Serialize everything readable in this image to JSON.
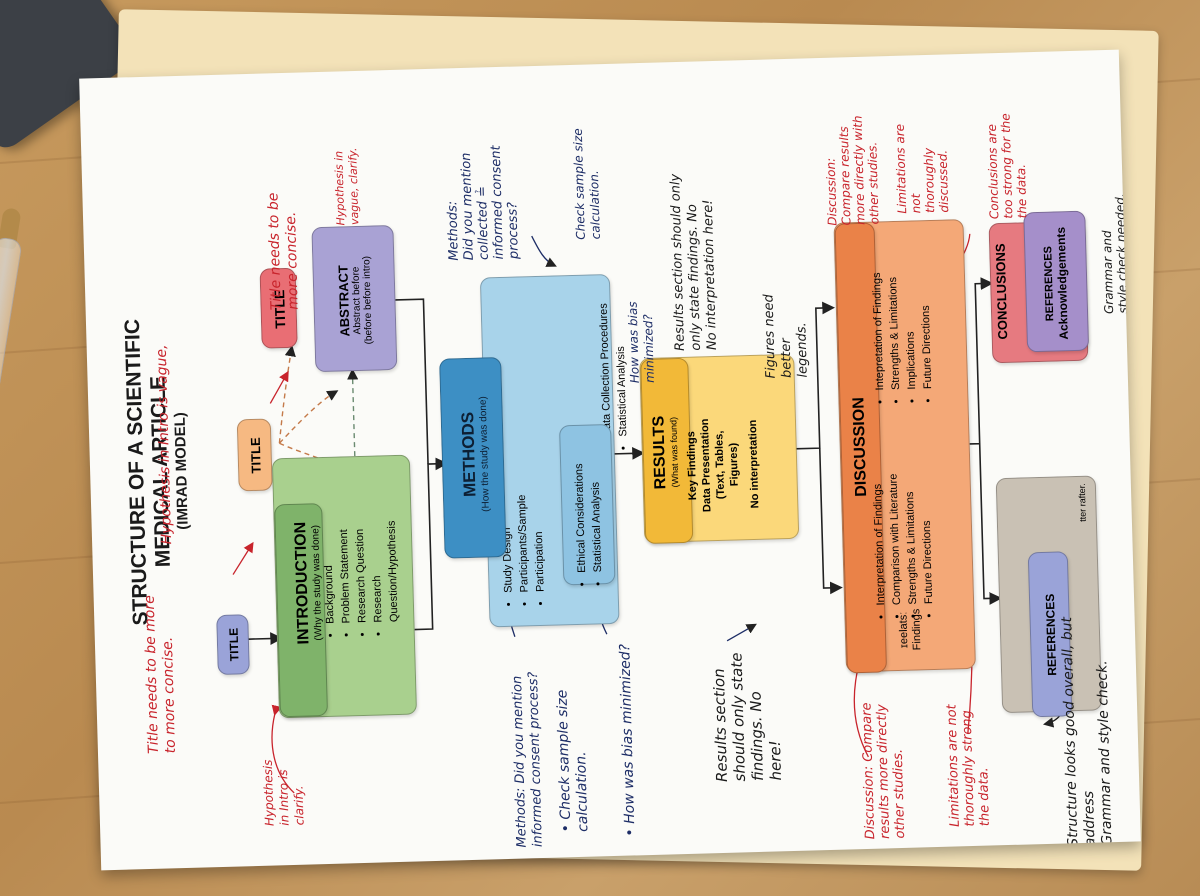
{
  "title": "STRUCTURE OF A SCIENTIFIC MEDICAL ARTICLE",
  "subtitle": "(IMRAD MODEL)",
  "boxes": {
    "title_small": "TITLE",
    "title_mid": "TITLE",
    "title_top": "TITLE",
    "abstract": {
      "label": "ABSTRACT",
      "line1": "Abstract before",
      "line2": "(before before intro)"
    },
    "introduction": {
      "label": "INTRODUCTION",
      "sub": "(Why the study was done)",
      "items": [
        "Background",
        "Problem Statement",
        "Research Question",
        "Research Question/Hypothesis"
      ]
    },
    "methods": {
      "label": "METHODS",
      "sub": "(How the study was done)",
      "items_a": [
        "Study Design",
        "Participants/Sample",
        "Participation"
      ],
      "items_b": [
        "Data Collection Procedures",
        "Statistical Analysis"
      ],
      "items_c": [
        "Ethical Considerations",
        "Statistical Analysis"
      ]
    },
    "results": {
      "label": "RESULTS",
      "sub": "(What was found)",
      "line1": "Key Findings",
      "line2": "Data Presentation",
      "line3": "(Text, Tables,",
      "line4": "Figures)",
      "line5": "No interpretation"
    },
    "discussion": {
      "label": "DISCUSSION",
      "items_a": [
        "Interpretation of Findings",
        "Comparison with Literature",
        "Strengths & Limitations",
        "Future Directions"
      ],
      "items_b": [
        "Intepretation of Findings",
        "Strengths & Limitations",
        "Implications",
        "Future Directions"
      ],
      "side_label1": "ɪeelatsː",
      "side_label2": "Findings"
    },
    "conclusions": {
      "label": "CONCLUSIONS",
      "references": "REFERENCES",
      "ack": "Acknowledgements"
    },
    "acknowledgements": {
      "label": "ACKNOWLEDGEMENTS",
      "references": "REFERENCES",
      "note": "tter rafter."
    }
  },
  "notes": {
    "title_concise_left": "Title needs to be more",
    "title_concise_left2": "to more concise.",
    "hyp_vague": "Hypothesis in Intro is vague,",
    "title_concise_top1": "Title needs to be",
    "title_concise_top2": "more concise.",
    "hyp_vague_top1": "Hypothesis in",
    "hyp_vague_top2": "vague, clarify.",
    "hyp_bottom1": "Hypothesis",
    "hyp_bottom2": "in Intro is",
    "hyp_bottom3": "clarify.",
    "methods_top1": "Methods:",
    "methods_top2": "Did you mention",
    "methods_top3": "collected ≟",
    "methods_top4": "informed consent",
    "methods_top5": "process?",
    "sample_top1": "Check sample size",
    "sample_top2": "calculation.",
    "bias_top1": "How was bias",
    "bias_top2": "minimized?",
    "results_top1": "Results section should only",
    "results_top2": "only state findings. No",
    "results_top3": "No interpretation here!",
    "figures1": "Figures need better",
    "figures2": "legends.",
    "methods_bottom1": "Methods: Did you mention",
    "methods_bottom2": "informed consent process?",
    "sample_bottom1": "• Check sample size",
    "sample_bottom2": "calculation.",
    "bias_bottom": "• How was bias minimized?",
    "results_bottom1": "Results  section",
    "results_bottom2": "should only state",
    "results_bottom3": "findings. No",
    "results_bottom4": "here!",
    "disc_top1": "Discussion:",
    "disc_top2": "Compare results",
    "disc_top3": "more directly with",
    "disc_top4": "other studies.",
    "limit_top1": "Limitations are",
    "limit_top2": "not",
    "limit_top3": "thoroughly",
    "limit_top4": "discussed.",
    "concl_top1": "Conclusions are",
    "concl_top2": "too strong for the",
    "concl_top3": "the data.",
    "grammar_top1": "Grammar and",
    "grammar_top2": "style check needed.",
    "disc_bottom1": "Discussion: Compare",
    "disc_bottom2": "results more directly",
    "disc_bottom3": "other studies.",
    "limit_bottom1": "Limitations are not",
    "limit_bottom2": "thoroughly strong",
    "limit_bottom3": "the data.",
    "structure1": "Structure looks good overall, but address",
    "structure2": "Grammar and style check."
  }
}
